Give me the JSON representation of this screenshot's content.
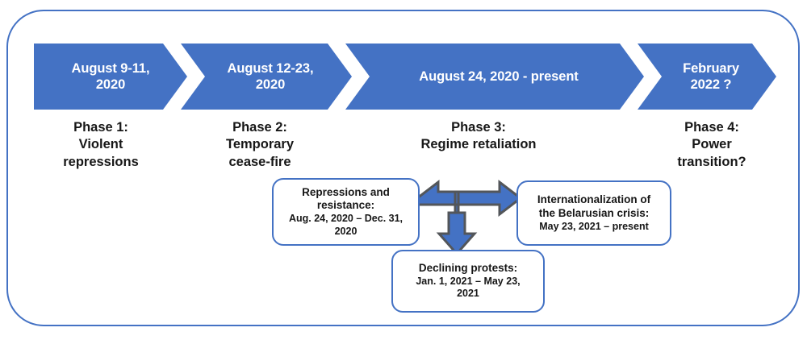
{
  "diagram": {
    "title_semantic": "belarus-protest-phases-timeline",
    "colors": {
      "accent_blue": "#4472C4",
      "arrow_outline": "#53565A",
      "text_dark": "#171717",
      "text_light": "#FFFFFF",
      "background": "#FFFFFF"
    }
  },
  "timeline": {
    "steps": [
      {
        "date_label": "August 9-11,\n2020",
        "phase_label": "Phase 1:\nViolent\nrepressions"
      },
      {
        "date_label": "August 12-23,\n2020",
        "phase_label": "Phase 2:\nTemporary\ncease-fire"
      },
      {
        "date_label": "August 24, 2020 - present",
        "phase_label": "Phase 3:\nRegime retaliation"
      },
      {
        "date_label": "February\n2022 ?",
        "phase_label": "Phase 4:\nPower\ntransition?"
      }
    ]
  },
  "subphases": [
    {
      "title": "Repressions and\nresistance:",
      "dates": "Aug. 24, 2020 – Dec. 31,\n2020"
    },
    {
      "title": "Internationalization of\nthe Belarusian crisis:",
      "dates": "May 23, 2021 – present"
    },
    {
      "title": "Declining protests:",
      "dates": "Jan. 1, 2021 – May 23,\n2021"
    }
  ],
  "connector": {
    "icon": "tri-directional-arrow",
    "directions": [
      "left",
      "right",
      "down"
    ]
  }
}
